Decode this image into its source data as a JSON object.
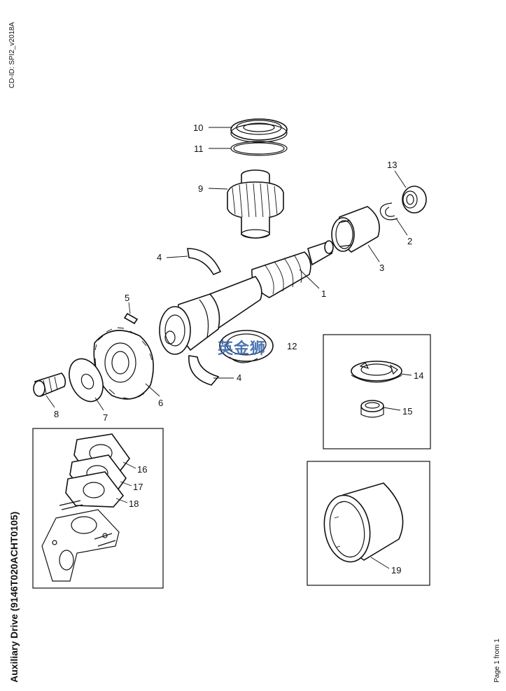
{
  "header": {
    "cd_id": "CD-ID: SPI2_v2018A"
  },
  "footer": {
    "title": "Auxiliary Drive (9146T020ACHT0105)",
    "page": "Page 1 from 1"
  },
  "watermark": {
    "text": "英金狮",
    "color": "#2f5da8"
  },
  "callouts": [
    "1",
    "2",
    "3",
    "4",
    "5",
    "6",
    "7",
    "8",
    "9",
    "10",
    "11",
    "12",
    "13",
    "14",
    "15",
    "16",
    "17",
    "18",
    "19"
  ]
}
